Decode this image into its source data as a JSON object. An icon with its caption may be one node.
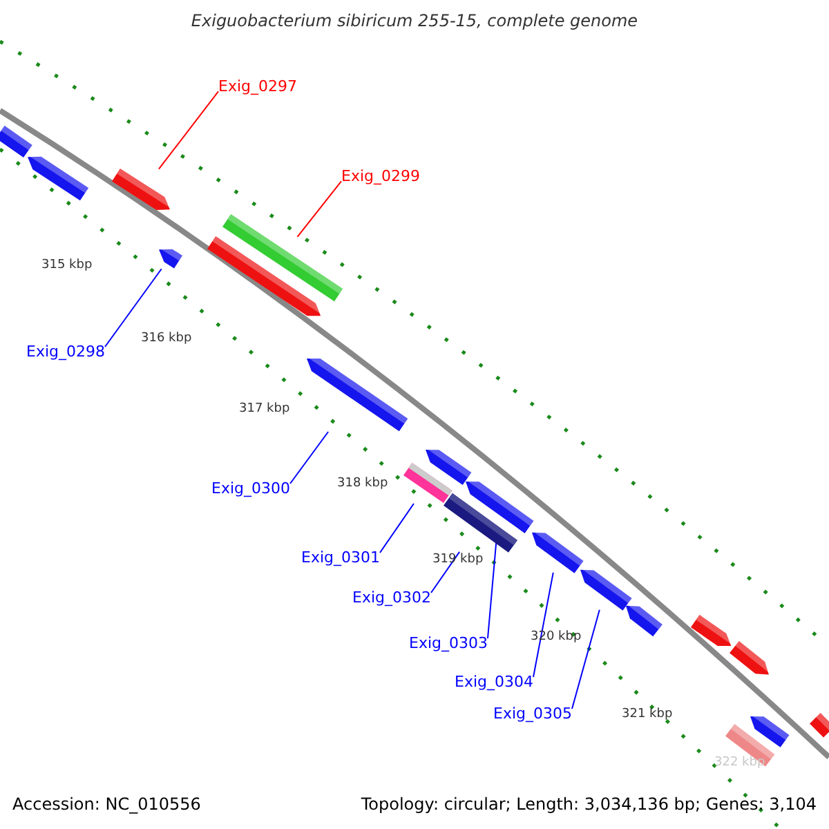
{
  "diagram": {
    "title": "Exiguobacterium sibiricum 255-15, complete genome",
    "nodes": [
      {
        "text": [
          "Exig_0297"
        ]
      },
      {
        "text": [
          "Exig_0299"
        ]
      },
      {
        "text": [
          "Exig_0298"
        ]
      },
      {
        "text": [
          "Exig_0300"
        ]
      },
      {
        "text": [
          "Exig_0301"
        ]
      },
      {
        "text": [
          "Exig_0302"
        ]
      },
      {
        "text": [
          "Exig_0303"
        ]
      },
      {
        "text": [
          "Exig_0304"
        ]
      },
      {
        "text": [
          "Exig_0305"
        ]
      },
      {
        "text": [],
        "shape": "bar"
      },
      {
        "text": [],
        "shape": "bar"
      },
      {
        "text": [],
        "shape": "bar"
      },
      {
        "text": [],
        "shape": "bar"
      },
      {
        "text": [],
        "shape": "bar"
      },
      {
        "text": [],
        "shape": "bar"
      },
      {
        "text": [],
        "shape": "bar"
      },
      {
        "text": [],
        "shape": "bar"
      },
      {
        "text": [],
        "shape": "bar"
      },
      {
        "text": [],
        "shape": "bar"
      },
      {
        "text": [],
        "shape": "bar"
      },
      {
        "text": [],
        "shape": "bar"
      },
      {
        "text": [],
        "shape": "bar"
      },
      {
        "text": [],
        "shape": "bar"
      },
      {
        "text": [],
        "shape": "bar"
      },
      {
        "text": [],
        "shape": "bar"
      },
      {
        "text": [],
        "shape": "bar"
      },
      {
        "text": [],
        "shape": "bar"
      },
      {
        "text": [],
        "shape": "bar"
      }
    ],
    "edges": [
      {
        "from": 0,
        "to": 11,
        "arrow": "none",
        "color": "#ff0000"
      },
      {
        "from": 1,
        "to": 14,
        "arrow": "none",
        "color": "#ff0000"
      },
      {
        "from": 2,
        "to": 12,
        "arrow": "none"
      },
      {
        "from": 3,
        "to": 15,
        "arrow": "none"
      },
      {
        "from": 4,
        "to": 17,
        "arrow": "none"
      },
      {
        "from": 5,
        "to": 18,
        "arrow": "none"
      },
      {
        "from": 6,
        "to": 19,
        "arrow": "none"
      },
      {
        "from": 7,
        "to": 20,
        "arrow": "none"
      },
      {
        "from": 8,
        "to": 21,
        "arrow": "none"
      }
    ],
    "labels": [
      "315 kbp",
      "316 kbp",
      "317 kbp",
      "318 kbp",
      "319 kbp",
      "320 kbp",
      "321 kbp",
      "322 kbp",
      "Accession: NC_010556",
      "Topology: circular; Length: 3,034,136 bp; Genes: 3,104"
    ]
  }
}
